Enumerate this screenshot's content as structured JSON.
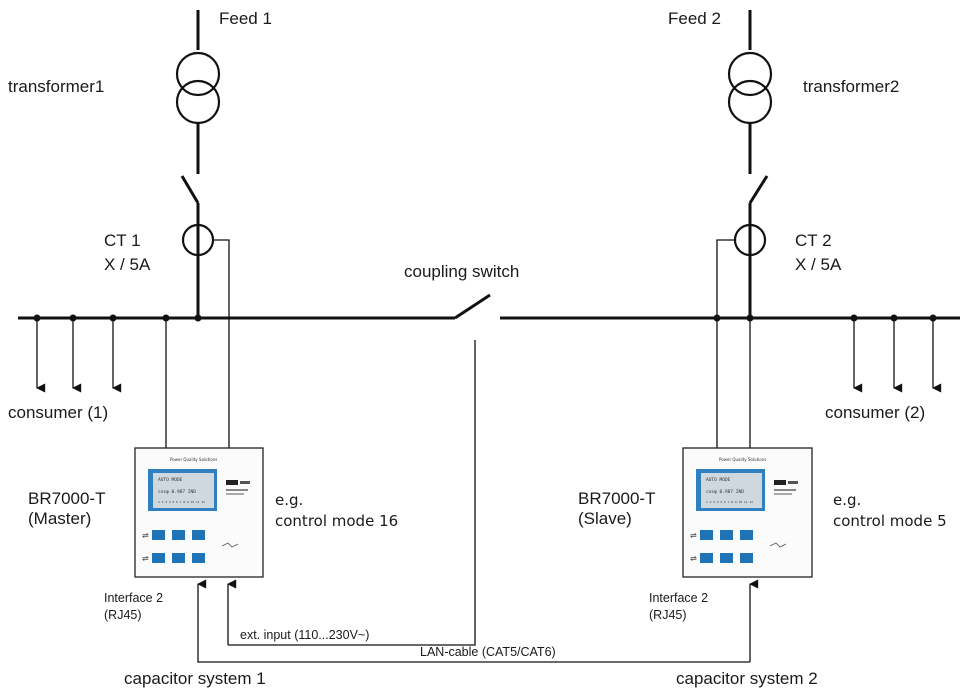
{
  "feeds": {
    "feed1": "Feed 1",
    "feed2": "Feed 2"
  },
  "transformers": {
    "t1": "transformer1",
    "t2": "transformer2"
  },
  "ct": {
    "ct1_name": "CT 1",
    "ct1_ratio": "X / 5A",
    "ct2_name": "CT 2",
    "ct2_ratio": "X / 5A"
  },
  "coupling_switch": "coupling switch",
  "consumers": {
    "c1": "consumer (1)",
    "c2": "consumer (2)"
  },
  "controllers": {
    "master": {
      "model": "BR7000-T",
      "role": "(Master)",
      "eg": "e.g.",
      "mode": "control mode 16",
      "iface": "Interface 2",
      "iface_type": "(RJ45)"
    },
    "slave": {
      "model": "BR7000-T",
      "role": "(Slave)",
      "eg": "e.g.",
      "mode": "control mode 5",
      "iface": "Interface 2",
      "iface_type": "(RJ45)"
    }
  },
  "device_face": {
    "header": "Power Quality Solutions",
    "lcd_mode": "AUTO MODE",
    "lcd_value": "cosφ  0.987 IND",
    "lcd_small": "1 2 3 4 5 6 7 8 9 10 11 12"
  },
  "ext_input": "ext. input (110...230V~)",
  "lan_cable": "LAN-cable (CAT5/CAT6)",
  "capacitor_systems": {
    "cs1": "capacitor system 1",
    "cs2": "capacitor system 2"
  },
  "colors": {
    "line": "#111111",
    "lcd_blue": "#2f7fc1",
    "button_blue": "#1f73b7"
  }
}
